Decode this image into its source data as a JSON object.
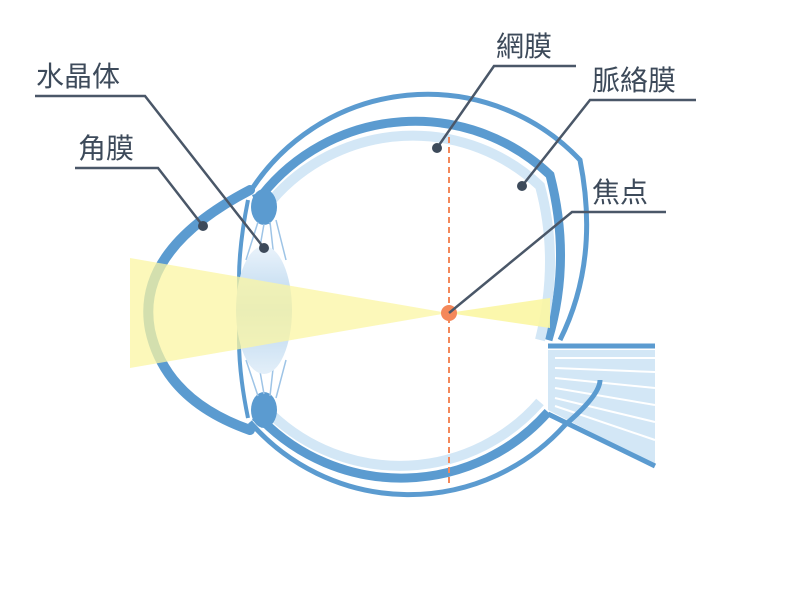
{
  "labels": {
    "crystalline_lens": "水晶体",
    "cornea": "角膜",
    "retina": "網膜",
    "choroid": "脈絡膜",
    "focal_point": "焦点"
  },
  "colors": {
    "sclera_blue": "#5b9bd0",
    "inner_light_blue": "#d3e7f6",
    "lens_blue": "#a9cbea",
    "light_beam_yellow": "#fbf6a3",
    "focus_orange": "#f4885a",
    "label_text": "#3d4a5a"
  }
}
